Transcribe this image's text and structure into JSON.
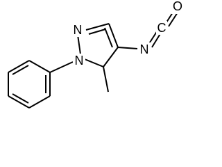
{
  "molecule": {
    "atoms": {
      "ring_nitrogen_top": "N",
      "ring_nitrogen_substituted": "N",
      "isocyanate_nitrogen": "N",
      "isocyanate_carbon": "C",
      "isocyanate_oxygen": "O"
    }
  },
  "colors": {
    "bond": "#000000",
    "label": "#000000",
    "background": "#ffffff"
  }
}
